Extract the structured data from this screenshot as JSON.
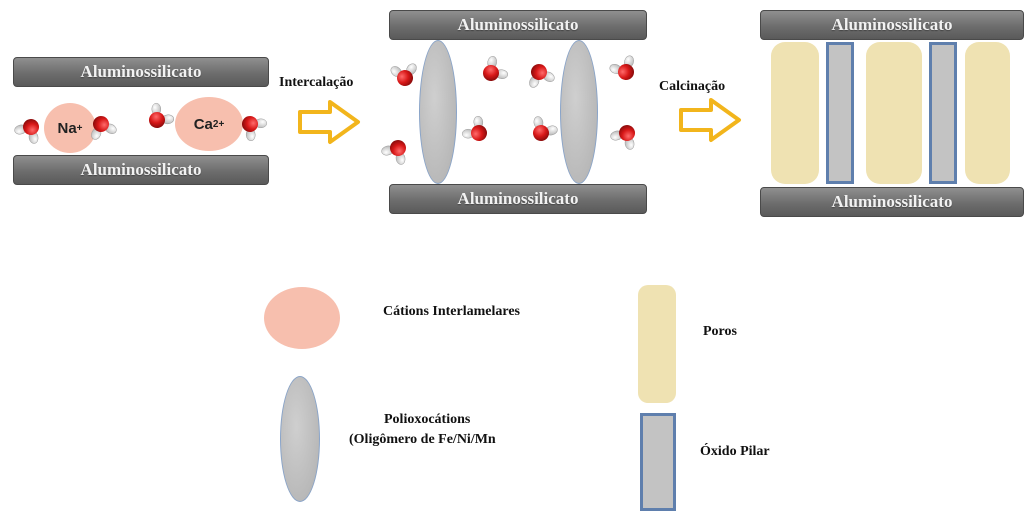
{
  "slab_label": "Aluminossilicato",
  "steps": {
    "intercalation": "Intercalação",
    "calcination": "Calcinação"
  },
  "cations": {
    "na": {
      "symbol": "Na",
      "charge": "+"
    },
    "ca": {
      "symbol": "Ca",
      "charge": "2+"
    }
  },
  "legend": {
    "interlayer_cations": "Cátions Interlamelares",
    "polyoxocations_line1": "Polioxocátions",
    "polyoxocations_line2": "(Oligômero de Fe/Ni/Mn",
    "pores": "Poros",
    "pillar_oxide": "Óxido Pilar"
  },
  "colors": {
    "slab": "#6d6d6d",
    "cation": "#f7bfae",
    "polyoxocation": "#b9b9b9",
    "pore": "#efe2b2",
    "pillar_border": "#5f7fad",
    "arrow": "#f2b51c",
    "oxygen": "#d81818",
    "hydrogen": "#ededed"
  }
}
